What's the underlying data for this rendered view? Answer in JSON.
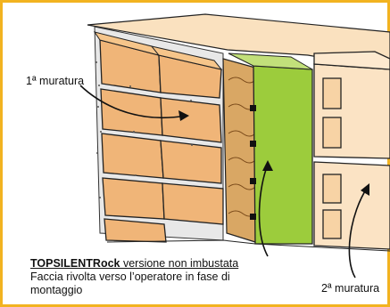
{
  "labels": {
    "first_wall": "1ª muratura",
    "second_wall": "2ª muratura"
  },
  "caption": {
    "title_bold": "TOPSILENTRock",
    "title_rest": " versione non imbustata",
    "line1": "Faccia rivolta verso l’operatore in fase di",
    "line2": "montaggio"
  },
  "colors": {
    "frame": "#f2b320",
    "brick": "#f0b578",
    "brick_top": "#f6c58a",
    "insulation_green": "#9ccc3c",
    "rock_wool": "#d9a764",
    "hollow_block": "#fbe3c4"
  }
}
